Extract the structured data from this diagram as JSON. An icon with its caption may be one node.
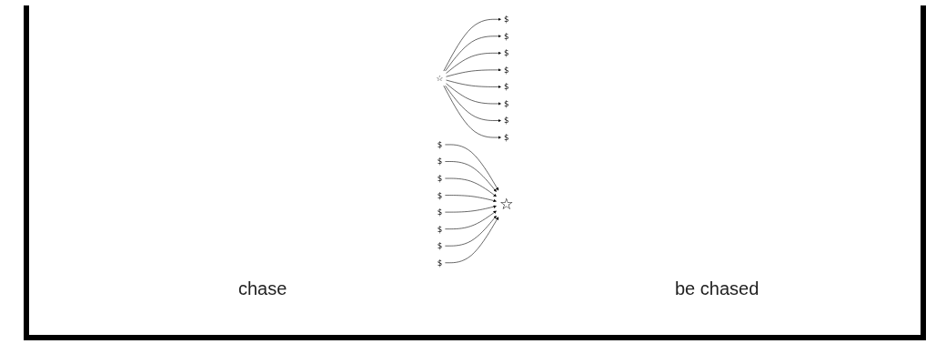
{
  "diagram": {
    "nodes": [
      {
        "text": [
          "☆"
        ]
      },
      {
        "text": [
          "$"
        ]
      },
      {
        "text": [
          "$"
        ]
      },
      {
        "text": [
          "$"
        ]
      },
      {
        "text": [
          "$"
        ]
      },
      {
        "text": [
          "$"
        ]
      },
      {
        "text": [
          "$"
        ]
      },
      {
        "text": [
          "$"
        ]
      },
      {
        "text": [
          "$"
        ]
      },
      {
        "text": [
          "$"
        ]
      },
      {
        "text": [
          "$"
        ]
      },
      {
        "text": [
          "$"
        ]
      },
      {
        "text": [
          "$"
        ]
      },
      {
        "text": [
          "$"
        ]
      },
      {
        "text": [
          "$"
        ]
      },
      {
        "text": [
          "$"
        ]
      },
      {
        "text": [
          "$"
        ]
      },
      {
        "text": [
          "☆"
        ]
      }
    ],
    "edges": [
      {
        "from": 0,
        "to": 1,
        "arrow": "to"
      },
      {
        "from": 0,
        "to": 2,
        "arrow": "to"
      },
      {
        "from": 0,
        "to": 3,
        "arrow": "to"
      },
      {
        "from": 0,
        "to": 4,
        "arrow": "to"
      },
      {
        "from": 0,
        "to": 5,
        "arrow": "to"
      },
      {
        "from": 0,
        "to": 6,
        "arrow": "to"
      },
      {
        "from": 0,
        "to": 7,
        "arrow": "to"
      },
      {
        "from": 0,
        "to": 8,
        "arrow": "to"
      },
      {
        "from": 9,
        "to": 17,
        "arrow": "to"
      },
      {
        "from": 10,
        "to": 17,
        "arrow": "to"
      },
      {
        "from": 11,
        "to": 17,
        "arrow": "to"
      },
      {
        "from": 12,
        "to": 17,
        "arrow": "to"
      },
      {
        "from": 13,
        "to": 17,
        "arrow": "to"
      },
      {
        "from": 14,
        "to": 17,
        "arrow": "to"
      },
      {
        "from": 15,
        "to": 17,
        "arrow": "to"
      },
      {
        "from": 16,
        "to": 17,
        "arrow": "to"
      }
    ],
    "labels": [
      "chase",
      "be chased"
    ]
  }
}
